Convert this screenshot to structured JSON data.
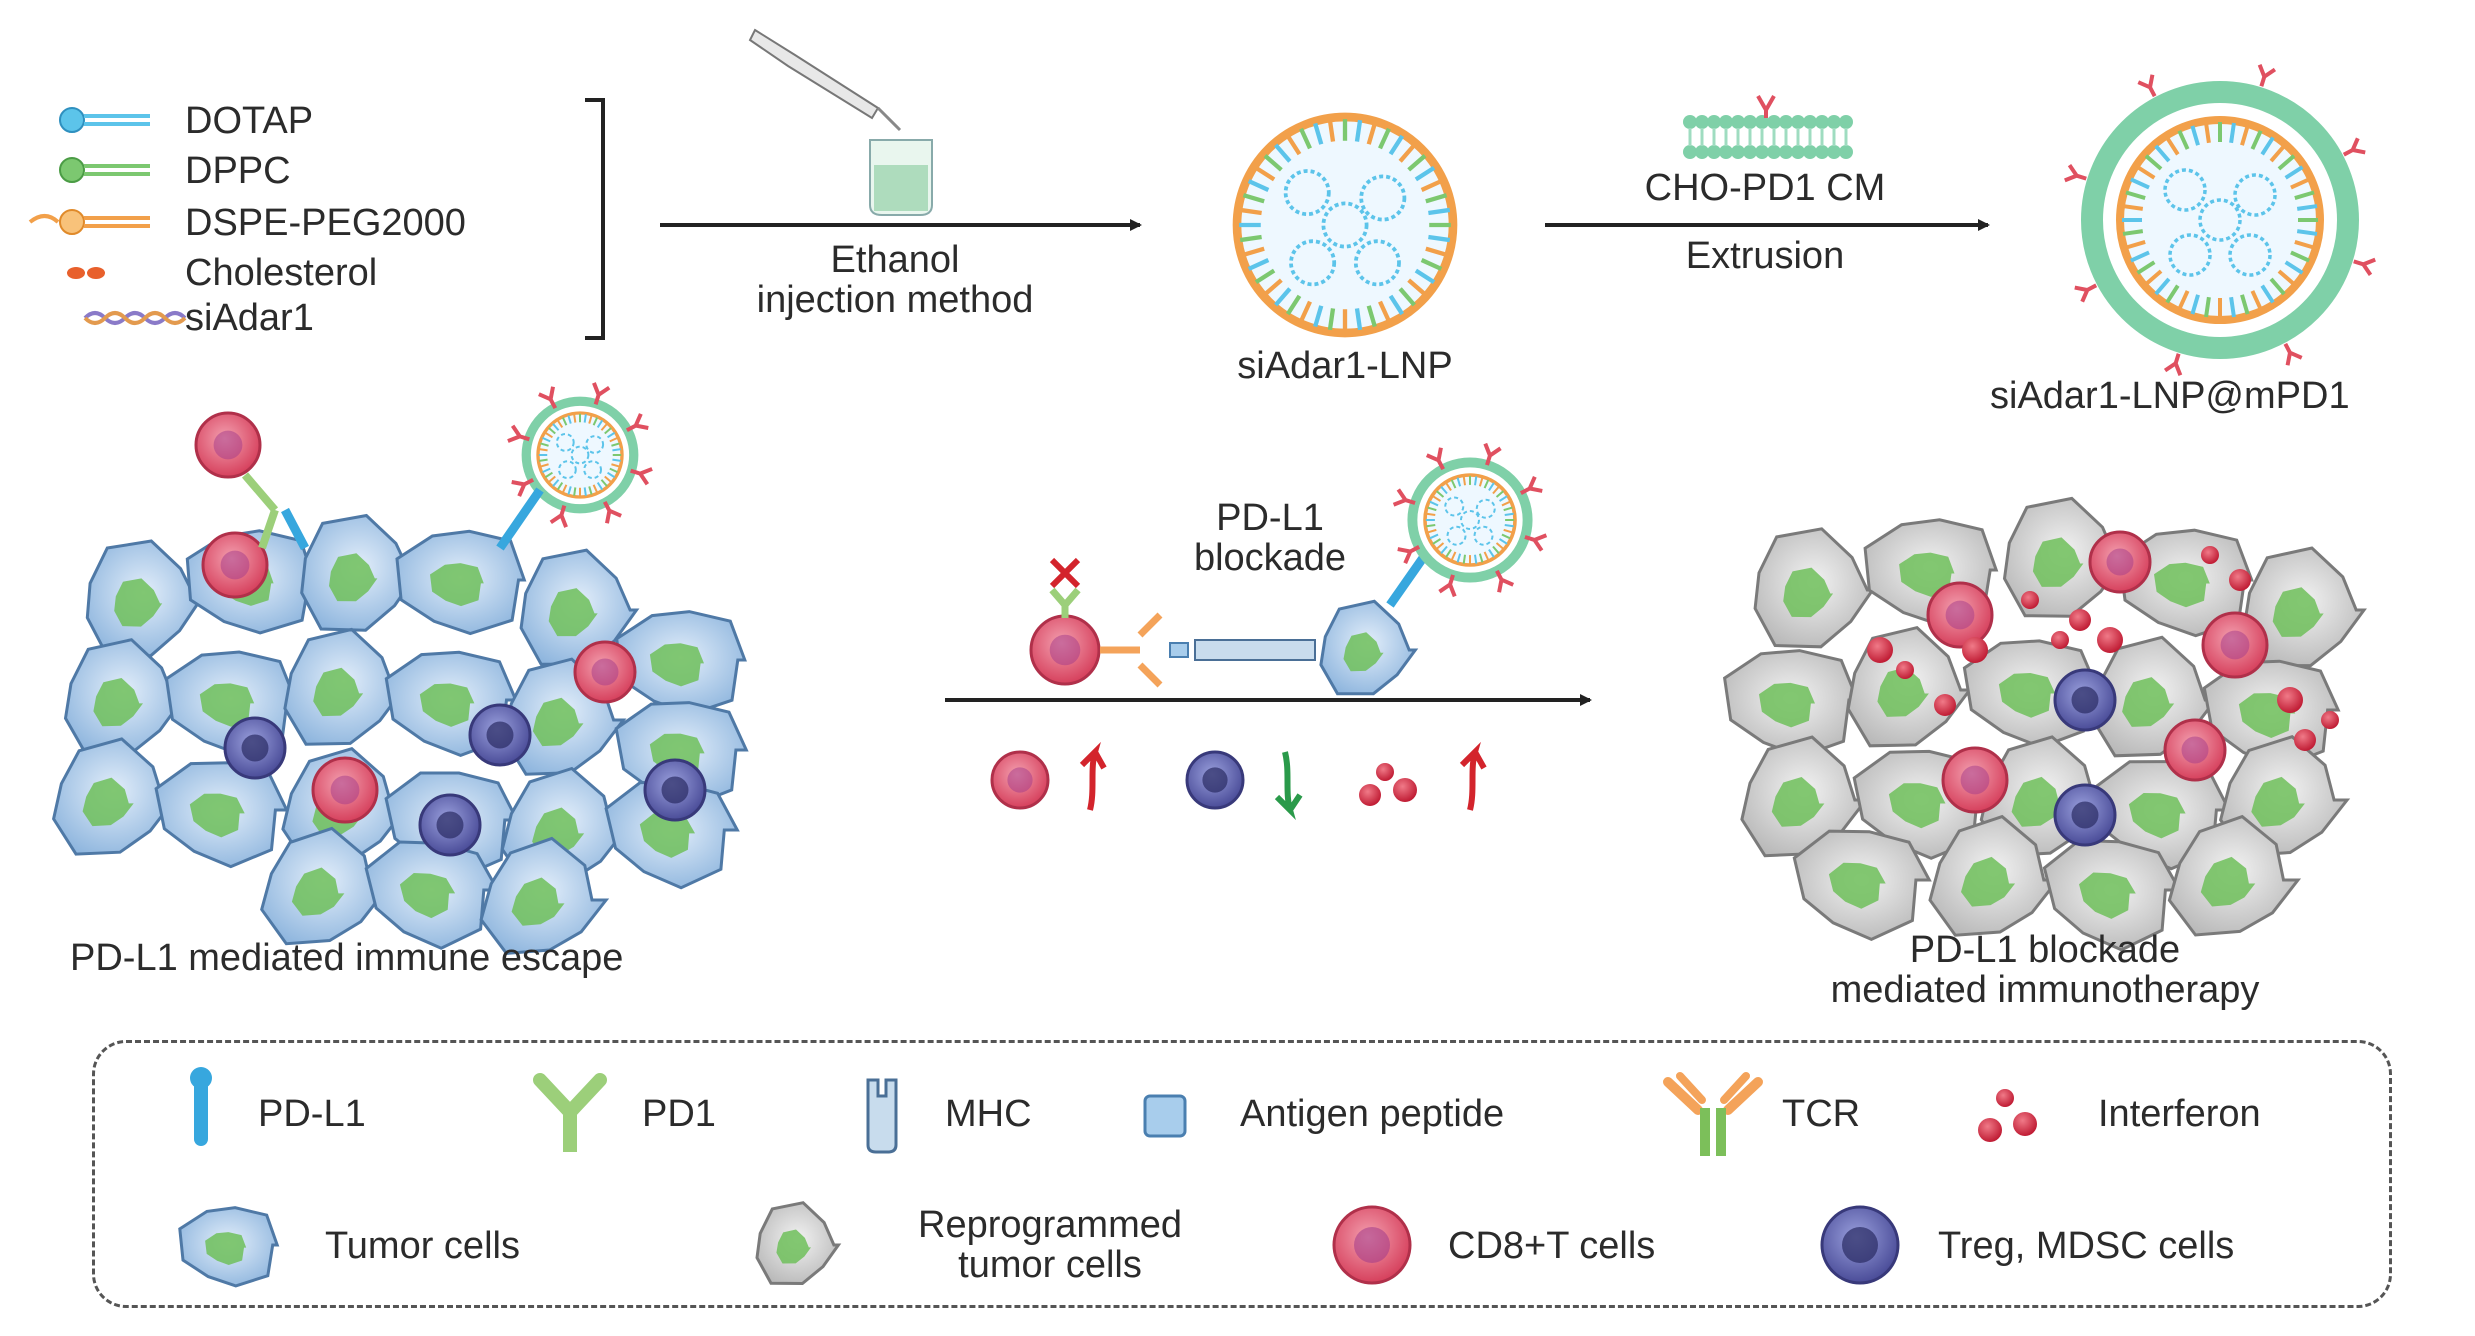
{
  "components": {
    "items": [
      {
        "label": "DOTAP",
        "color": "#5cc4ea"
      },
      {
        "label": "DPPC",
        "color": "#7cc870"
      },
      {
        "label": "DSPE-PEG2000",
        "color": "#f2a04a"
      },
      {
        "label": "Cholesterol",
        "color": "#e8602c"
      },
      {
        "label": "siAdar1",
        "color": "#8a7ac8"
      }
    ]
  },
  "step1": {
    "line1": "Ethanol",
    "line2": "injection method"
  },
  "product1": {
    "label": "siAdar1-LNP"
  },
  "step2": {
    "above": "CHO-PD1 CM",
    "below": "Extrusion"
  },
  "product2": {
    "label": "siAdar1-LNP@mPD1"
  },
  "left_cluster": {
    "label": "PD-L1 mediated immune escape"
  },
  "center": {
    "line1": "PD-L1",
    "line2": "blockade"
  },
  "right_cluster": {
    "line1": "PD-L1 blockade",
    "line2": "mediated immunotherapy"
  },
  "legend": {
    "row1": [
      {
        "label": "PD-L1",
        "icon": "pd-l1-icon"
      },
      {
        "label": "PD1",
        "icon": "pd1-icon"
      },
      {
        "label": "MHC",
        "icon": "mhc-icon"
      },
      {
        "label": "Antigen peptide",
        "icon": "antigen-peptide-icon"
      },
      {
        "label": "TCR",
        "icon": "tcr-icon"
      },
      {
        "label": "Interferon",
        "icon": "interferon-icon"
      }
    ],
    "row2": [
      {
        "label": "Tumor cells",
        "icon": "tumor-cell-icon"
      },
      {
        "label_line1": "Reprogrammed",
        "label_line2": "tumor cells",
        "icon": "reprogrammed-cell-icon"
      },
      {
        "label": "CD8+T cells",
        "icon": "cd8-t-cell-icon"
      },
      {
        "label": "Treg, MDSC cells",
        "icon": "treg-mdsc-cell-icon"
      }
    ]
  },
  "colors": {
    "tumor": "#bcd6ee",
    "tumor_nucleus": "#6fbf5a",
    "reprogrammed": "#d9d9d9",
    "cd8": "#e15a72",
    "treg": "#5c5fa8",
    "interferon": "#d0243c",
    "pdl1": "#37a7de",
    "pd1": "#9ccf7a",
    "up_arrow": "#d3242c",
    "down_arrow": "#2a9a4a"
  }
}
